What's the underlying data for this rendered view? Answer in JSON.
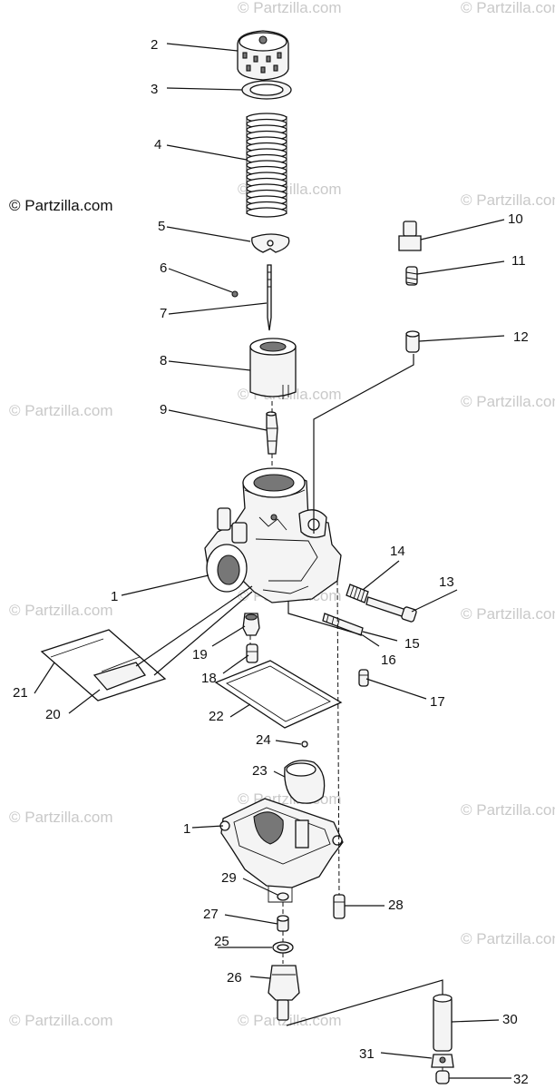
{
  "watermark": {
    "main": "© Partzilla.com",
    "faint": "© Partzilla.com"
  },
  "callouts": [
    {
      "id": "c2",
      "text": "2"
    },
    {
      "id": "c3",
      "text": "3"
    },
    {
      "id": "c4",
      "text": "4"
    },
    {
      "id": "c5",
      "text": "5"
    },
    {
      "id": "c6",
      "text": "6"
    },
    {
      "id": "c7",
      "text": "7"
    },
    {
      "id": "c8",
      "text": "8"
    },
    {
      "id": "c9",
      "text": "9"
    },
    {
      "id": "c10",
      "text": "10"
    },
    {
      "id": "c11",
      "text": "11"
    },
    {
      "id": "c12",
      "text": "12"
    },
    {
      "id": "c13",
      "text": "13"
    },
    {
      "id": "c14",
      "text": "14"
    },
    {
      "id": "c15",
      "text": "15"
    },
    {
      "id": "c16",
      "text": "16"
    },
    {
      "id": "c17",
      "text": "17"
    },
    {
      "id": "c1a",
      "text": "1"
    },
    {
      "id": "c19",
      "text": "19"
    },
    {
      "id": "c18",
      "text": "18"
    },
    {
      "id": "c21",
      "text": "21"
    },
    {
      "id": "c20",
      "text": "20"
    },
    {
      "id": "c22",
      "text": "22"
    },
    {
      "id": "c24",
      "text": "24"
    },
    {
      "id": "c23",
      "text": "23"
    },
    {
      "id": "c1b",
      "text": "1"
    },
    {
      "id": "c29",
      "text": "29"
    },
    {
      "id": "c28",
      "text": "28"
    },
    {
      "id": "c27",
      "text": "27"
    },
    {
      "id": "c25",
      "text": "25"
    },
    {
      "id": "c26",
      "text": "26"
    },
    {
      "id": "c30",
      "text": "30"
    },
    {
      "id": "c31",
      "text": "31"
    },
    {
      "id": "c32",
      "text": "32"
    }
  ]
}
